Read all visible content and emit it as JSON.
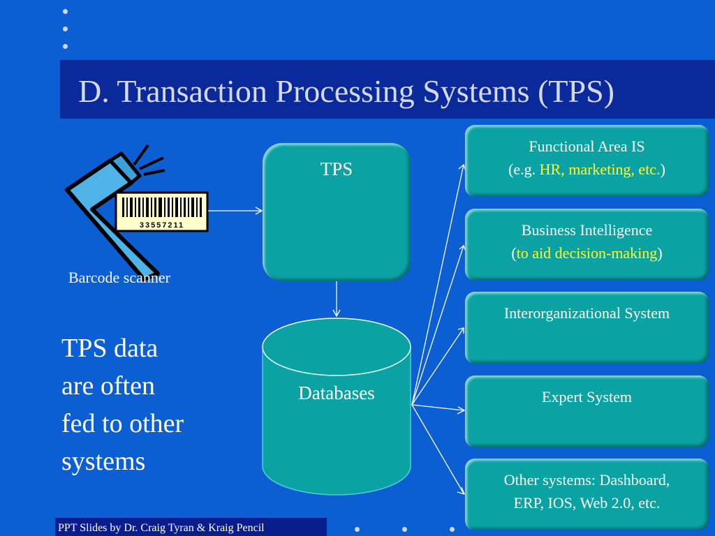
{
  "title": "D. Transaction Processing Systems (TPS)",
  "scanner_label": "Barcode scanner",
  "barcode_number": "33557211",
  "tps_label": "TPS",
  "databases_label": "Databases",
  "callout": {
    "line1": "TPS data",
    "line2": "are often",
    "line3": "fed to other",
    "line4": "systems"
  },
  "systems": {
    "functional": {
      "line1": "Functional Area IS",
      "prefix": "(e.g. ",
      "highlight": "HR, marketing, etc.",
      "suffix": ")"
    },
    "bi": {
      "line1": "Business Intelligence",
      "prefix": "(",
      "highlight": "to aid decision-making",
      "suffix": ")"
    },
    "interorg": {
      "line1": "Interorganizational System"
    },
    "expert": {
      "line1": "Expert System"
    },
    "other": {
      "line1": "Other systems: Dashboard,",
      "line2": "ERP, IOS, Web 2.0, etc."
    }
  },
  "footer": "PPT Slides by Dr. Craig Tyran & Kraig Pencil",
  "colors": {
    "background": "#0c5fd3",
    "title_bar": "#0a2a9c",
    "box_fill": "#0aa2a3",
    "highlight": "#ffff33",
    "footer_bar": "#0a1d8f",
    "scanner_fill": "#4fb3e8"
  },
  "icons": [
    "barcode-scanner-icon",
    "barcode-icon"
  ]
}
